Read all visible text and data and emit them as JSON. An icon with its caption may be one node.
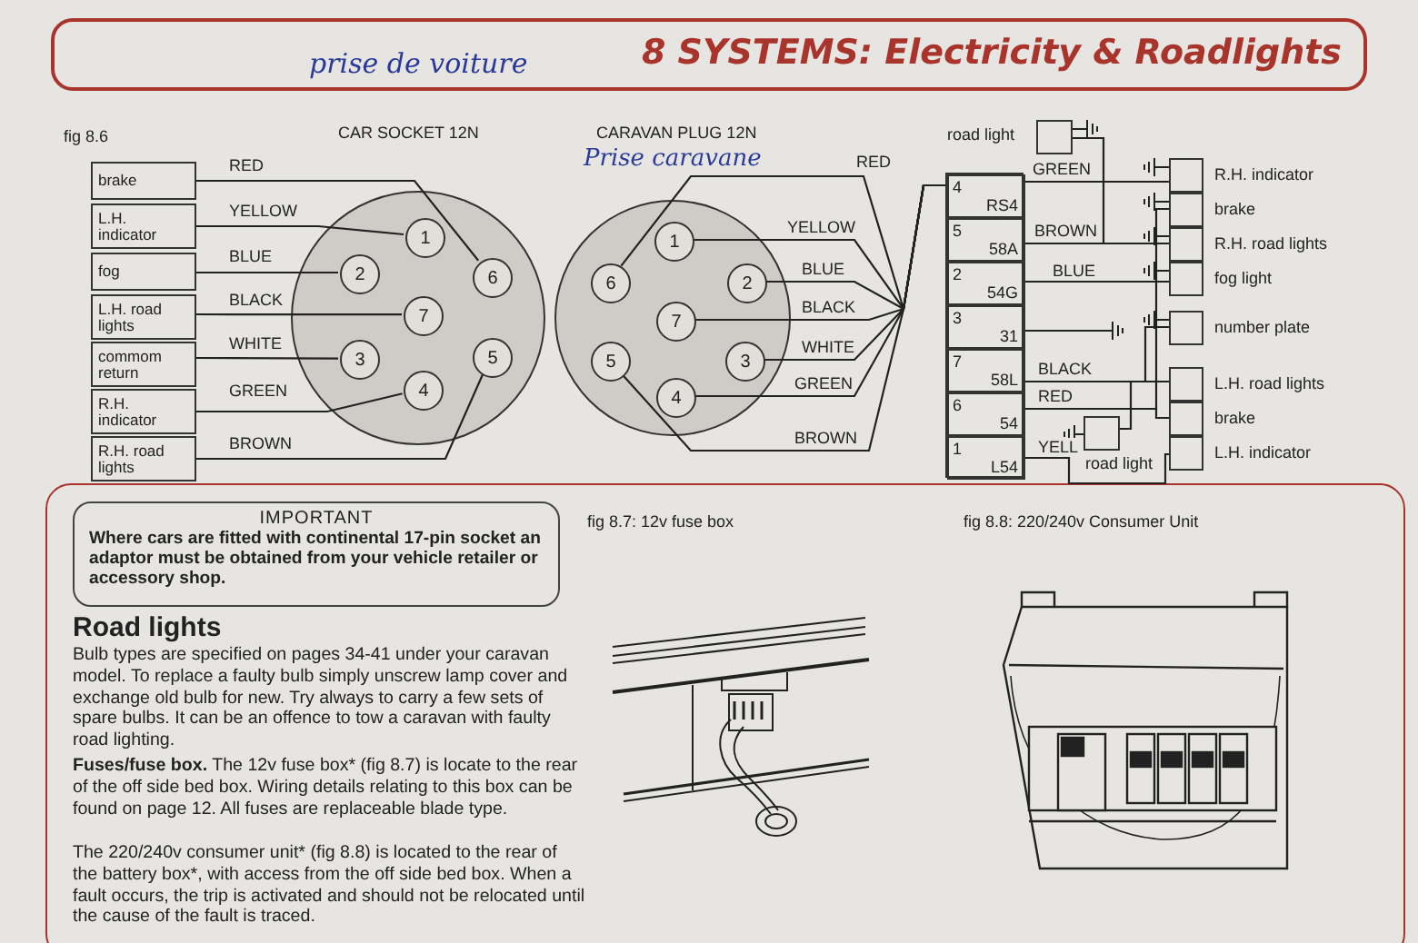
{
  "diagram": {
    "title": "8 SYSTEMS: Electricity & Roadlights",
    "nodes": [
      {
        "text": [
          "brake"
        ]
      },
      {
        "text": [
          "L.H. indicator"
        ]
      },
      {
        "text": [
          "fog"
        ]
      },
      {
        "text": [
          "L.H. road lights"
        ]
      },
      {
        "text": [
          "commom return"
        ]
      },
      {
        "text": [
          "R.H. indicator"
        ]
      },
      {
        "text": [
          "R.H. road lights"
        ]
      },
      {
        "text": [
          "CAR SOCKET 12N"
        ]
      },
      {
        "text": [
          "1"
        ],
        "in": 7
      },
      {
        "text": [
          "6"
        ],
        "in": 7
      },
      {
        "text": [
          "2"
        ],
        "in": 7
      },
      {
        "text": [
          "7"
        ],
        "in": 7
      },
      {
        "text": [
          "3"
        ],
        "in": 7
      },
      {
        "text": [
          "5"
        ],
        "in": 7
      },
      {
        "text": [
          "4"
        ],
        "in": 7
      },
      {
        "text": [
          "CARAVAN PLUG 12N"
        ],
        "beside": [
          "Prise caravane"
        ]
      },
      {
        "text": [
          "1"
        ],
        "in": 15
      },
      {
        "text": [
          "6"
        ],
        "in": 15
      },
      {
        "text": [
          "2"
        ],
        "in": 15
      },
      {
        "text": [
          "7"
        ],
        "in": 15
      },
      {
        "text": [
          "3"
        ],
        "in": 15
      },
      {
        "text": [
          "5"
        ],
        "in": 15
      },
      {
        "text": [
          "4"
        ],
        "in": 15
      },
      {
        "text": [],
        "shape": "box"
      },
      {
        "text": [
          "4",
          "RS4"
        ],
        "in": 23
      },
      {
        "text": [
          "5",
          "58A"
        ],
        "in": 23
      },
      {
        "text": [
          "2",
          "54G"
        ],
        "in": 23
      },
      {
        "text": [
          "3",
          "31"
        ],
        "in": 23
      },
      {
        "text": [
          "7",
          "58L"
        ],
        "in": 23
      },
      {
        "text": [
          "6",
          "54"
        ],
        "in": 23
      },
      {
        "text": [
          "1",
          "L54"
        ],
        "in": 23
      },
      {
        "text": [],
        "shape": "box",
        "beside": [
          "road light"
        ]
      },
      {
        "text": [],
        "shape": "box",
        "beside": [
          "R.H. indicator"
        ]
      },
      {
        "text": [],
        "shape": "box",
        "beside": [
          "brake"
        ]
      },
      {
        "text": [],
        "shape": "box",
        "beside": [
          "R.H. road lights"
        ]
      },
      {
        "text": [],
        "shape": "box",
        "beside": [
          "fog light"
        ]
      },
      {
        "text": [],
        "shape": "box",
        "beside": [
          "number plate"
        ]
      },
      {
        "text": [],
        "shape": "box",
        "beside": [
          "L.H. road lights"
        ]
      },
      {
        "text": [],
        "shape": "box",
        "beside": [
          "brake"
        ]
      },
      {
        "text": [],
        "shape": "box",
        "beside": [
          "L.H. indicator"
        ]
      },
      {
        "text": [],
        "shape": "box",
        "beside": [
          "road light"
        ]
      },
      {
        "text": [
          "IMPORTANT",
          "Where cars are fitted with continental 17-pin socket an adaptor must be obtained from your vehicle retailer or accessory shop."
        ]
      }
    ],
    "edges": [
      {
        "from": 0,
        "to": 9,
        "arrow": "none",
        "label": "RED"
      },
      {
        "from": 1,
        "to": 8,
        "arrow": "none",
        "label": "YELLOW"
      },
      {
        "from": 2,
        "to": 10,
        "arrow": "none",
        "label": "BLUE"
      },
      {
        "from": 3,
        "to": 11,
        "arrow": "none",
        "label": "BLACK"
      },
      {
        "from": 4,
        "to": 12,
        "arrow": "none",
        "label": "WHITE"
      },
      {
        "from": 5,
        "to": 14,
        "arrow": "none",
        "label": "GREEN"
      },
      {
        "from": 6,
        "to": 13,
        "arrow": "none",
        "label": "BROWN"
      },
      {
        "from": 17,
        "to": 23,
        "arrow": "none",
        "label": "RED"
      },
      {
        "from": 16,
        "to": 23,
        "arrow": "none",
        "label": "YELLOW"
      },
      {
        "from": 18,
        "to": 23,
        "arrow": "none",
        "label": "BLUE"
      },
      {
        "from": 19,
        "to": 23,
        "arrow": "none",
        "label": "BLACK"
      },
      {
        "from": 20,
        "to": 23,
        "arrow": "none",
        "label": "WHITE"
      },
      {
        "from": 22,
        "to": 23,
        "arrow": "none",
        "label": "GREEN"
      },
      {
        "from": 21,
        "to": 23,
        "arrow": "none",
        "label": "BROWN"
      },
      {
        "from": 24,
        "to": 32,
        "arrow": "none",
        "label": "GREEN"
      },
      {
        "from": 25,
        "to": 34,
        "arrow": "none",
        "label": "BROWN"
      },
      {
        "from": 25,
        "to": 31,
        "arrow": "none"
      },
      {
        "from": 26,
        "to": 35,
        "arrow": "none",
        "label": "BLUE"
      },
      {
        "from": 27,
        "to": null,
        "arrow": "none"
      },
      {
        "from": 28,
        "to": 37,
        "arrow": "none",
        "label": "BLACK"
      },
      {
        "from": 28,
        "to": 36,
        "arrow": "none"
      },
      {
        "from": 28,
        "to": 40,
        "arrow": "none"
      },
      {
        "from": 29,
        "to": 38,
        "arrow": "none",
        "label": "RED"
      },
      {
        "from": 29,
        "to": 33,
        "arrow": "none"
      },
      {
        "from": 30,
        "to": 39,
        "arrow": "none",
        "label": "YELL"
      }
    ],
    "labels": [
      "prise de voiture",
      "fig 8.6",
      "fig 8.7: 12v fuse box",
      "fig 8.8: 220/240v Consumer Unit",
      "Road lights",
      "Bulb types are specified on pages 34-41 under your caravan model. To replace a faulty bulb simply unscrew lamp cover and exchange old bulb for new. Try always to carry a few sets of spare bulbs. It can be an offence to tow a caravan with faulty road lighting.",
      "**Fuses/fuse box.** The 12v fuse box* (fig 8.7) is locate to the rear of the off side bed box. Wiring details relating to this box can be found on page 12. All fuses are replaceable blade type.",
      "The 220/240v consumer unit* (fig 8.8) is located to the rear of the battery box*, with access from the off side bed box. When a fault occurs, the trip is activated and should not be relocated until the cause of the fault is traced."
    ]
  }
}
